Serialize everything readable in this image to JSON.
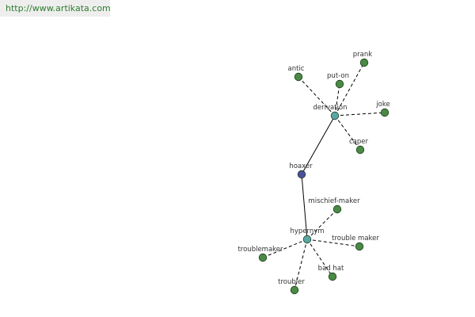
{
  "header": {
    "url": "http://www.artikata.com"
  },
  "colors": {
    "leaf_node": "#4a8a44",
    "relation_node": "#5aa6a6",
    "center_node": "#4b4f9c",
    "node_stroke": "#1f3f1f",
    "edge": "#000000",
    "label": "#333333"
  },
  "graph": {
    "center": {
      "id": "hoaxer",
      "label": "hoaxer",
      "kind": "center"
    },
    "relations": [
      {
        "id": "derivation",
        "label": "derivation",
        "kind": "relation"
      },
      {
        "id": "hypernym",
        "label": "hypernym",
        "kind": "relation"
      }
    ],
    "leaves": [
      {
        "id": "antic",
        "label": "antic",
        "relation": "derivation"
      },
      {
        "id": "put-on",
        "label": "put-on",
        "relation": "derivation"
      },
      {
        "id": "prank",
        "label": "prank",
        "relation": "derivation"
      },
      {
        "id": "joke",
        "label": "joke",
        "relation": "derivation"
      },
      {
        "id": "caper",
        "label": "caper",
        "relation": "derivation"
      },
      {
        "id": "mischief-maker",
        "label": "mischief-maker",
        "relation": "hypernym"
      },
      {
        "id": "trouble-maker",
        "label": "trouble maker",
        "relation": "hypernym"
      },
      {
        "id": "bad-hat",
        "label": "bad hat",
        "relation": "hypernym"
      },
      {
        "id": "troubler",
        "label": "troubler",
        "relation": "hypernym"
      },
      {
        "id": "troublemaker",
        "label": "troublemaker",
        "relation": "hypernym"
      }
    ]
  }
}
